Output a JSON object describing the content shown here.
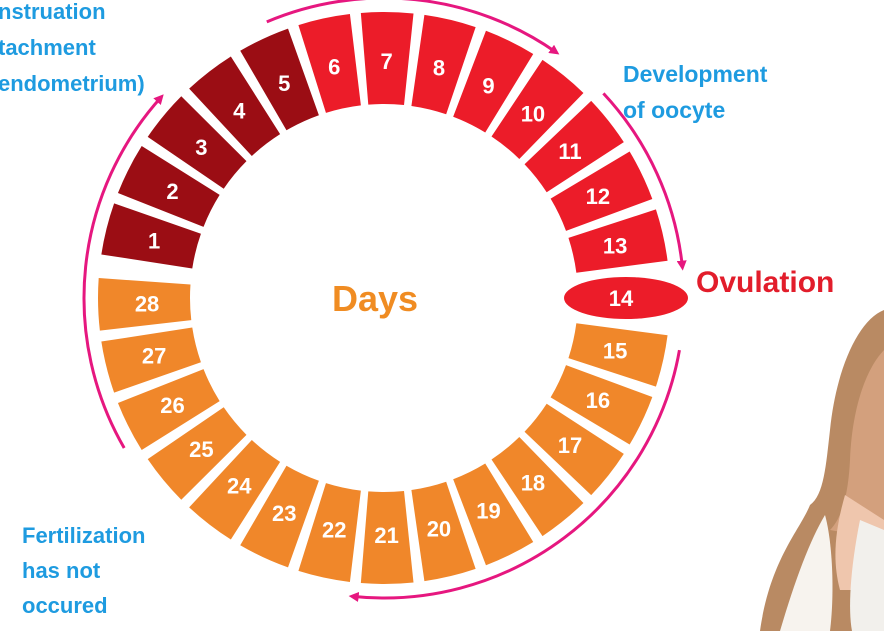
{
  "diagram": {
    "center_label": "Days",
    "days": [
      {
        "n": "1",
        "phase": "menstruation"
      },
      {
        "n": "2",
        "phase": "menstruation"
      },
      {
        "n": "3",
        "phase": "menstruation"
      },
      {
        "n": "4",
        "phase": "menstruation"
      },
      {
        "n": "5",
        "phase": "menstruation"
      },
      {
        "n": "6",
        "phase": "follicular"
      },
      {
        "n": "7",
        "phase": "follicular"
      },
      {
        "n": "8",
        "phase": "follicular"
      },
      {
        "n": "9",
        "phase": "follicular"
      },
      {
        "n": "10",
        "phase": "follicular"
      },
      {
        "n": "11",
        "phase": "follicular"
      },
      {
        "n": "12",
        "phase": "follicular"
      },
      {
        "n": "13",
        "phase": "follicular"
      },
      {
        "n": "14",
        "phase": "ovulation"
      },
      {
        "n": "15",
        "phase": "luteal"
      },
      {
        "n": "16",
        "phase": "luteal"
      },
      {
        "n": "17",
        "phase": "luteal"
      },
      {
        "n": "18",
        "phase": "luteal"
      },
      {
        "n": "19",
        "phase": "luteal"
      },
      {
        "n": "20",
        "phase": "luteal"
      },
      {
        "n": "21",
        "phase": "luteal"
      },
      {
        "n": "22",
        "phase": "luteal"
      },
      {
        "n": "23",
        "phase": "luteal"
      },
      {
        "n": "24",
        "phase": "luteal"
      },
      {
        "n": "25",
        "phase": "luteal"
      },
      {
        "n": "26",
        "phase": "luteal"
      },
      {
        "n": "27",
        "phase": "luteal"
      },
      {
        "n": "28",
        "phase": "luteal"
      }
    ],
    "annotations": {
      "top_left_lines": [
        "nstruation",
        "tachment",
        "endometrium)"
      ],
      "development_lines": [
        "Development",
        "of oocyte"
      ],
      "ovulation": "Ovulation",
      "fertilization_lines": [
        "Fertilization",
        "has not",
        "occured"
      ]
    },
    "colors": {
      "menstruation": "#9b0d14",
      "follicular": "#ec1c29",
      "ovulation": "#ec1c29",
      "luteal": "#f0872a",
      "arrow": "#e6177f",
      "annotation_text": "#1e9be0",
      "ovulation_text": "#e21d2b",
      "center_text": "#f08c22"
    }
  }
}
